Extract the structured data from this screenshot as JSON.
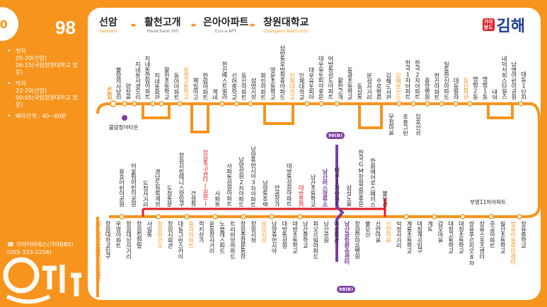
{
  "route_number": "98",
  "side": {
    "first_bus_label": "첫차",
    "first_bus_times": [
      "05:20(선암)",
      "06:15(국립창원대학교 정문)"
    ],
    "last_bus_label": "막차",
    "last_bus_times": [
      "22:20(선암)",
      "00:05(국립창원대학교 정문)"
    ],
    "interval": "배차간격 : 40~60분",
    "company": "가야이비에스(가야BBS)",
    "phone": "(055-333-2256)"
  },
  "header": {
    "stops": [
      {
        "ko": "선암",
        "en": "Seonam"
      },
      {
        "ko": "활천고개",
        "en": "Hwalcheon Hill"
      },
      {
        "ko": "은아아파트",
        "en": "Eun-a APT"
      },
      {
        "ko": "창원대학교",
        "en": "Changwon Nat'l Univ."
      }
    ],
    "arrow": "◂▸",
    "brand_small": "가야\n왕도",
    "brand": "김해"
  },
  "top_stops": [
    {
      "t": "선암",
      "s": "bo"
    },
    {
      "t": "불암의사당리",
      "s": ""
    },
    {
      "t": "양장골",
      "s": ""
    },
    {
      "t": "지내동서경오리",
      "s": ""
    },
    {
      "t": "지내동한림아파트",
      "s": ""
    },
    {
      "t": "지내동회관",
      "s": ""
    },
    {
      "t": "활천초등학교",
      "s": ""
    },
    {
      "t": "동아아파트",
      "s": ""
    },
    {
      "t": "삼정고등학교",
      "s": "o"
    },
    {
      "t": "제일여고",
      "s": ""
    },
    {
      "t": "한림아파트",
      "s": ""
    },
    {
      "t": "계네",
      "s": ""
    },
    {
      "t": "한신베스트빌라",
      "s": ""
    },
    {
      "t": "신어중학교",
      "s": ""
    },
    {
      "t": "동신아파트",
      "s": ""
    },
    {
      "t": "삼방시장",
      "s": ""
    },
    {
      "t": "화인아파트",
      "s": ""
    },
    {
      "t": "영운초등학교",
      "s": ""
    },
    {
      "t": "삼방동우방청휴아파트",
      "s": ""
    },
    {
      "t": "인제대학교",
      "s": "o"
    },
    {
      "t": "인제대학교",
      "s": ""
    },
    {
      "t": "대우유토피아",
      "s": ""
    },
    {
      "t": "대우유토피아후문",
      "s": ""
    },
    {
      "t": "어방동성도아파트",
      "s": ""
    },
    {
      "t": "활천고개",
      "s": ""
    },
    {
      "t": "동광초등학교",
      "s": ""
    },
    {
      "t": "동상동",
      "s": ""
    },
    {
      "t": "분성사거리",
      "s": ""
    },
    {
      "t": "수로왕릉",
      "s": ""
    },
    {
      "t": "김해도서관",
      "s": ""
    },
    {
      "t": "김해보건소",
      "s": "o"
    },
    {
      "t": "한국1차아파트",
      "s": ""
    },
    {
      "t": "한국2차아파트",
      "s": ""
    },
    {
      "t": "중앙병원",
      "s": ""
    },
    {
      "t": "한신아파트",
      "s": ""
    },
    {
      "t": "일동한신아파트",
      "s": ""
    },
    {
      "t": "대동빌라",
      "s": ""
    },
    {
      "t": "동산회관",
      "s": "o"
    },
    {
      "t": "명법2동",
      "s": ""
    },
    {
      "t": "명법1동",
      "s": ""
    },
    {
      "t": "내덕",
      "s": ""
    },
    {
      "t": "내덕서희스타힐스",
      "s": ""
    },
    {
      "t": "남명어린이공원",
      "s": ""
    },
    {
      "t": "대동1단지",
      "s": ""
    }
  ],
  "mid_stops": [
    {
      "t": "불암장어타운",
      "s": ""
    },
    {
      "t": "무접마을",
      "s": ""
    },
    {
      "t": "조흥그린",
      "s": ""
    },
    {
      "t": "임호산성",
      "s": ""
    },
    {
      "t": "부영11차아파트",
      "s": ""
    }
  ],
  "lower_top_stops": [
    {
      "t": "용호어린이공원",
      "s": ""
    },
    {
      "t": "어울림어린이공원",
      "s": ""
    },
    {
      "t": "도청사거리",
      "s": ""
    },
    {
      "t": "경남도청북계정",
      "s": ""
    },
    {
      "t": "도청동문",
      "s": ""
    },
    {
      "t": "창원시립테니스장입구",
      "s": ""
    },
    {
      "t": "건설청",
      "s": ""
    },
    {
      "t": "창원축구센터(원펀)",
      "s": "r"
    },
    {
      "t": "사파동",
      "s": ""
    },
    {
      "t": "사파동성원아파트",
      "s": ""
    },
    {
      "t": "남양성원2차아파트",
      "s": ""
    },
    {
      "t": "남양휴먼시아3차아파트",
      "s": ""
    },
    {
      "t": "남양동주택",
      "s": ""
    },
    {
      "t": "안골상가",
      "s": ""
    },
    {
      "t": "대방동성원아파트",
      "s": ""
    },
    {
      "t": "대방종점",
      "s": "r"
    },
    {
      "t": "남산초등학교",
      "s": ""
    },
    {
      "t": "남산버스정류소",
      "s": "p"
    },
    {
      "t": "대우1차아파트",
      "s": ""
    },
    {
      "t": "삼성노블",
      "s": ""
    },
    {
      "t": "한국GM창원공장후문",
      "s": ""
    },
    {
      "t": "한화에어로스페이스",
      "s": ""
    },
    {
      "t": "불모산",
      "s": ""
    }
  ],
  "bottom_stops": [
    {
      "t": "국립창원대학교정문",
      "s": "bo"
    },
    {
      "t": "창원대학교입구",
      "s": ""
    },
    {
      "t": "우영아파트",
      "s": ""
    },
    {
      "t": "창원대상사거리",
      "s": ""
    },
    {
      "t": "창원집현빌",
      "s": ""
    },
    {
      "t": "사림동",
      "s": ""
    },
    {
      "t": "창원보건소",
      "s": "o"
    },
    {
      "t": "창원시회관",
      "s": ""
    },
    {
      "t": "대동그린스카이",
      "s": ""
    },
    {
      "t": "용지아파트",
      "s": "o"
    },
    {
      "t": "럭키상가",
      "s": ""
    },
    {
      "t": "운동장사거리",
      "s": ""
    },
    {
      "t": "노블레스파트",
      "s": ""
    },
    {
      "t": "트리비앙아파트",
      "s": ""
    },
    {
      "t": "창원종합운동장",
      "s": ""
    },
    {
      "t": "창원시청",
      "s": ""
    },
    {
      "t": "상남시장",
      "s": "o"
    },
    {
      "t": "남양휴먼시아",
      "s": ""
    },
    {
      "t": "대방동성원",
      "s": ""
    },
    {
      "t": "대방초등학교",
      "s": ""
    },
    {
      "t": "남산중학교",
      "s": ""
    },
    {
      "t": "피오르빌아파트",
      "s": ""
    },
    {
      "t": "남산공원",
      "s": ""
    },
    {
      "t": "여성회관",
      "s": ""
    },
    {
      "t": "남산공립환승센터",
      "s": "p"
    },
    {
      "t": "창원한마음병원",
      "s": ""
    },
    {
      "t": "불모산",
      "s": ""
    },
    {
      "t": "신안마을",
      "s": ""
    },
    {
      "t": "신안마을",
      "s": "o"
    },
    {
      "t": "덕정사거리",
      "s": ""
    },
    {
      "t": "계룡초등학교",
      "s": ""
    },
    {
      "t": "대청계곡입구",
      "s": ""
    },
    {
      "t": "계동",
      "s": ""
    },
    {
      "t": "갑오마을",
      "s": ""
    },
    {
      "t": "대청고등학교",
      "s": ""
    },
    {
      "t": "대청초등학교",
      "s": ""
    },
    {
      "t": "장유푸르지오8차",
      "s": ""
    },
    {
      "t": "장유스포츠센터",
      "s": ""
    },
    {
      "t": "주공아파트",
      "s": ""
    },
    {
      "t": "월산초등학교",
      "s": ""
    },
    {
      "t": "장유이동주민센터",
      "s": "o"
    },
    {
      "t": "장유중학교",
      "s": ""
    }
  ],
  "badges": [
    "98(B)",
    "98(B)"
  ],
  "colors": {
    "orange": "#f7941d",
    "red": "#e31e24",
    "purple": "#7b3fa0",
    "navy": "#1b3c8e"
  }
}
